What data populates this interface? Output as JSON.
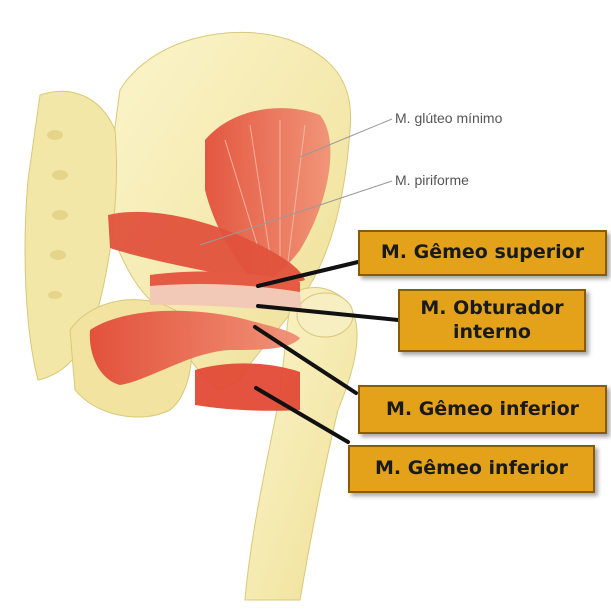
{
  "labels": {
    "gluteo_minimo": "M. glúteo mínimo",
    "piriforme": "M. piriforme"
  },
  "boxes": {
    "gemeo_superior": "M. Gêmeo superior",
    "obturador_line1": "M. Obturador",
    "obturador_line2": "interno",
    "gemeo_inferior_1": "M. Gêmeo inferior",
    "gemeo_inferior_2": "M. Gêmeo inferior"
  },
  "colors": {
    "box_fill": "#e3a21a",
    "box_border": "#8a5a05",
    "bone": "#f6eeb4",
    "muscle": "#e0523c"
  }
}
